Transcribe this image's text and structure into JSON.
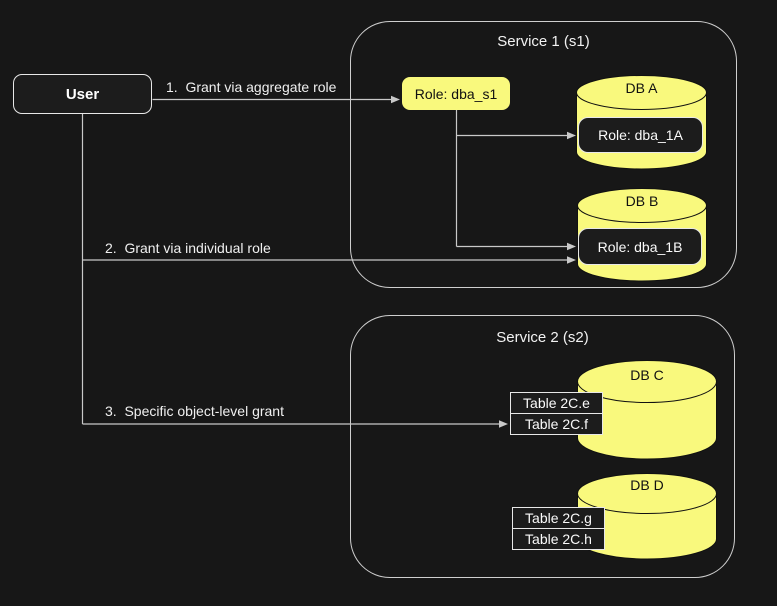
{
  "colors": {
    "bg": "#171717",
    "panel": "#1c1c1c",
    "yellow": "#F9F97D",
    "line": "#c9c9c9",
    "border": "#e8e8e8",
    "containerBorder": "#cfcfcf",
    "text": "#f2f2f2",
    "darkText": "#111111"
  },
  "user": {
    "label": "User"
  },
  "edges": {
    "e1": "1.  Grant via aggregate role",
    "e2": "2.  Grant via individual role",
    "e3": "3.  Specific object-level grant"
  },
  "service1": {
    "title": "Service 1 (s1)",
    "aggregate_role": "Role: dba_s1",
    "db_a": {
      "name": "DB A",
      "role": "Role: dba_1A"
    },
    "db_b": {
      "name": "DB B",
      "role": "Role: dba_1B"
    }
  },
  "service2": {
    "title": "Service 2 (s2)",
    "db_c": {
      "name": "DB C",
      "tables": [
        "Table 2C.e",
        "Table 2C.f"
      ]
    },
    "db_d": {
      "name": "DB D",
      "tables": [
        "Table 2C.g",
        "Table 2C.h"
      ]
    }
  }
}
